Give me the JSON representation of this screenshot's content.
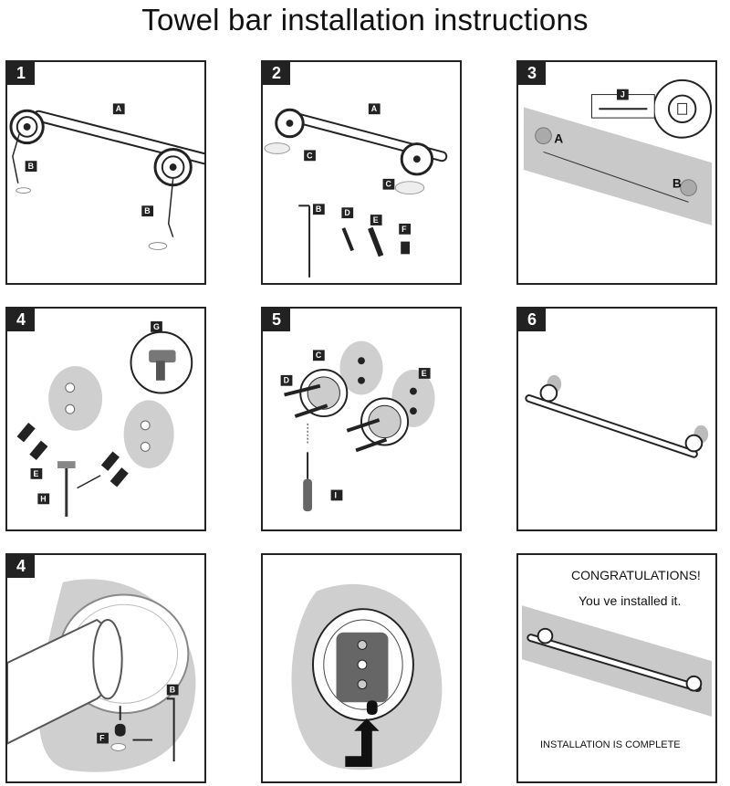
{
  "title": "Towel bar installation instructions",
  "panels": [
    {
      "number": "1"
    },
    {
      "number": "2"
    },
    {
      "number": "3"
    },
    {
      "number": "4"
    },
    {
      "number": "5"
    },
    {
      "number": "6"
    },
    {
      "number": "4"
    },
    {
      "number": ""
    },
    {
      "number": ""
    }
  ],
  "labels": {
    "a": "A",
    "b": "B",
    "c": "C",
    "d": "D",
    "e": "E",
    "f": "F",
    "g": "G",
    "h": "H",
    "i": "I",
    "j": "J"
  },
  "congrats": {
    "line1": "CONGRATULATIONS!",
    "line2": "You ve installed it.",
    "line3": "INSTALLATION IS COMPLETE"
  },
  "colors": {
    "frame": "#222222",
    "wall": "#c9c9c9",
    "blob": "#cfcfcf",
    "metal": "#555555"
  }
}
